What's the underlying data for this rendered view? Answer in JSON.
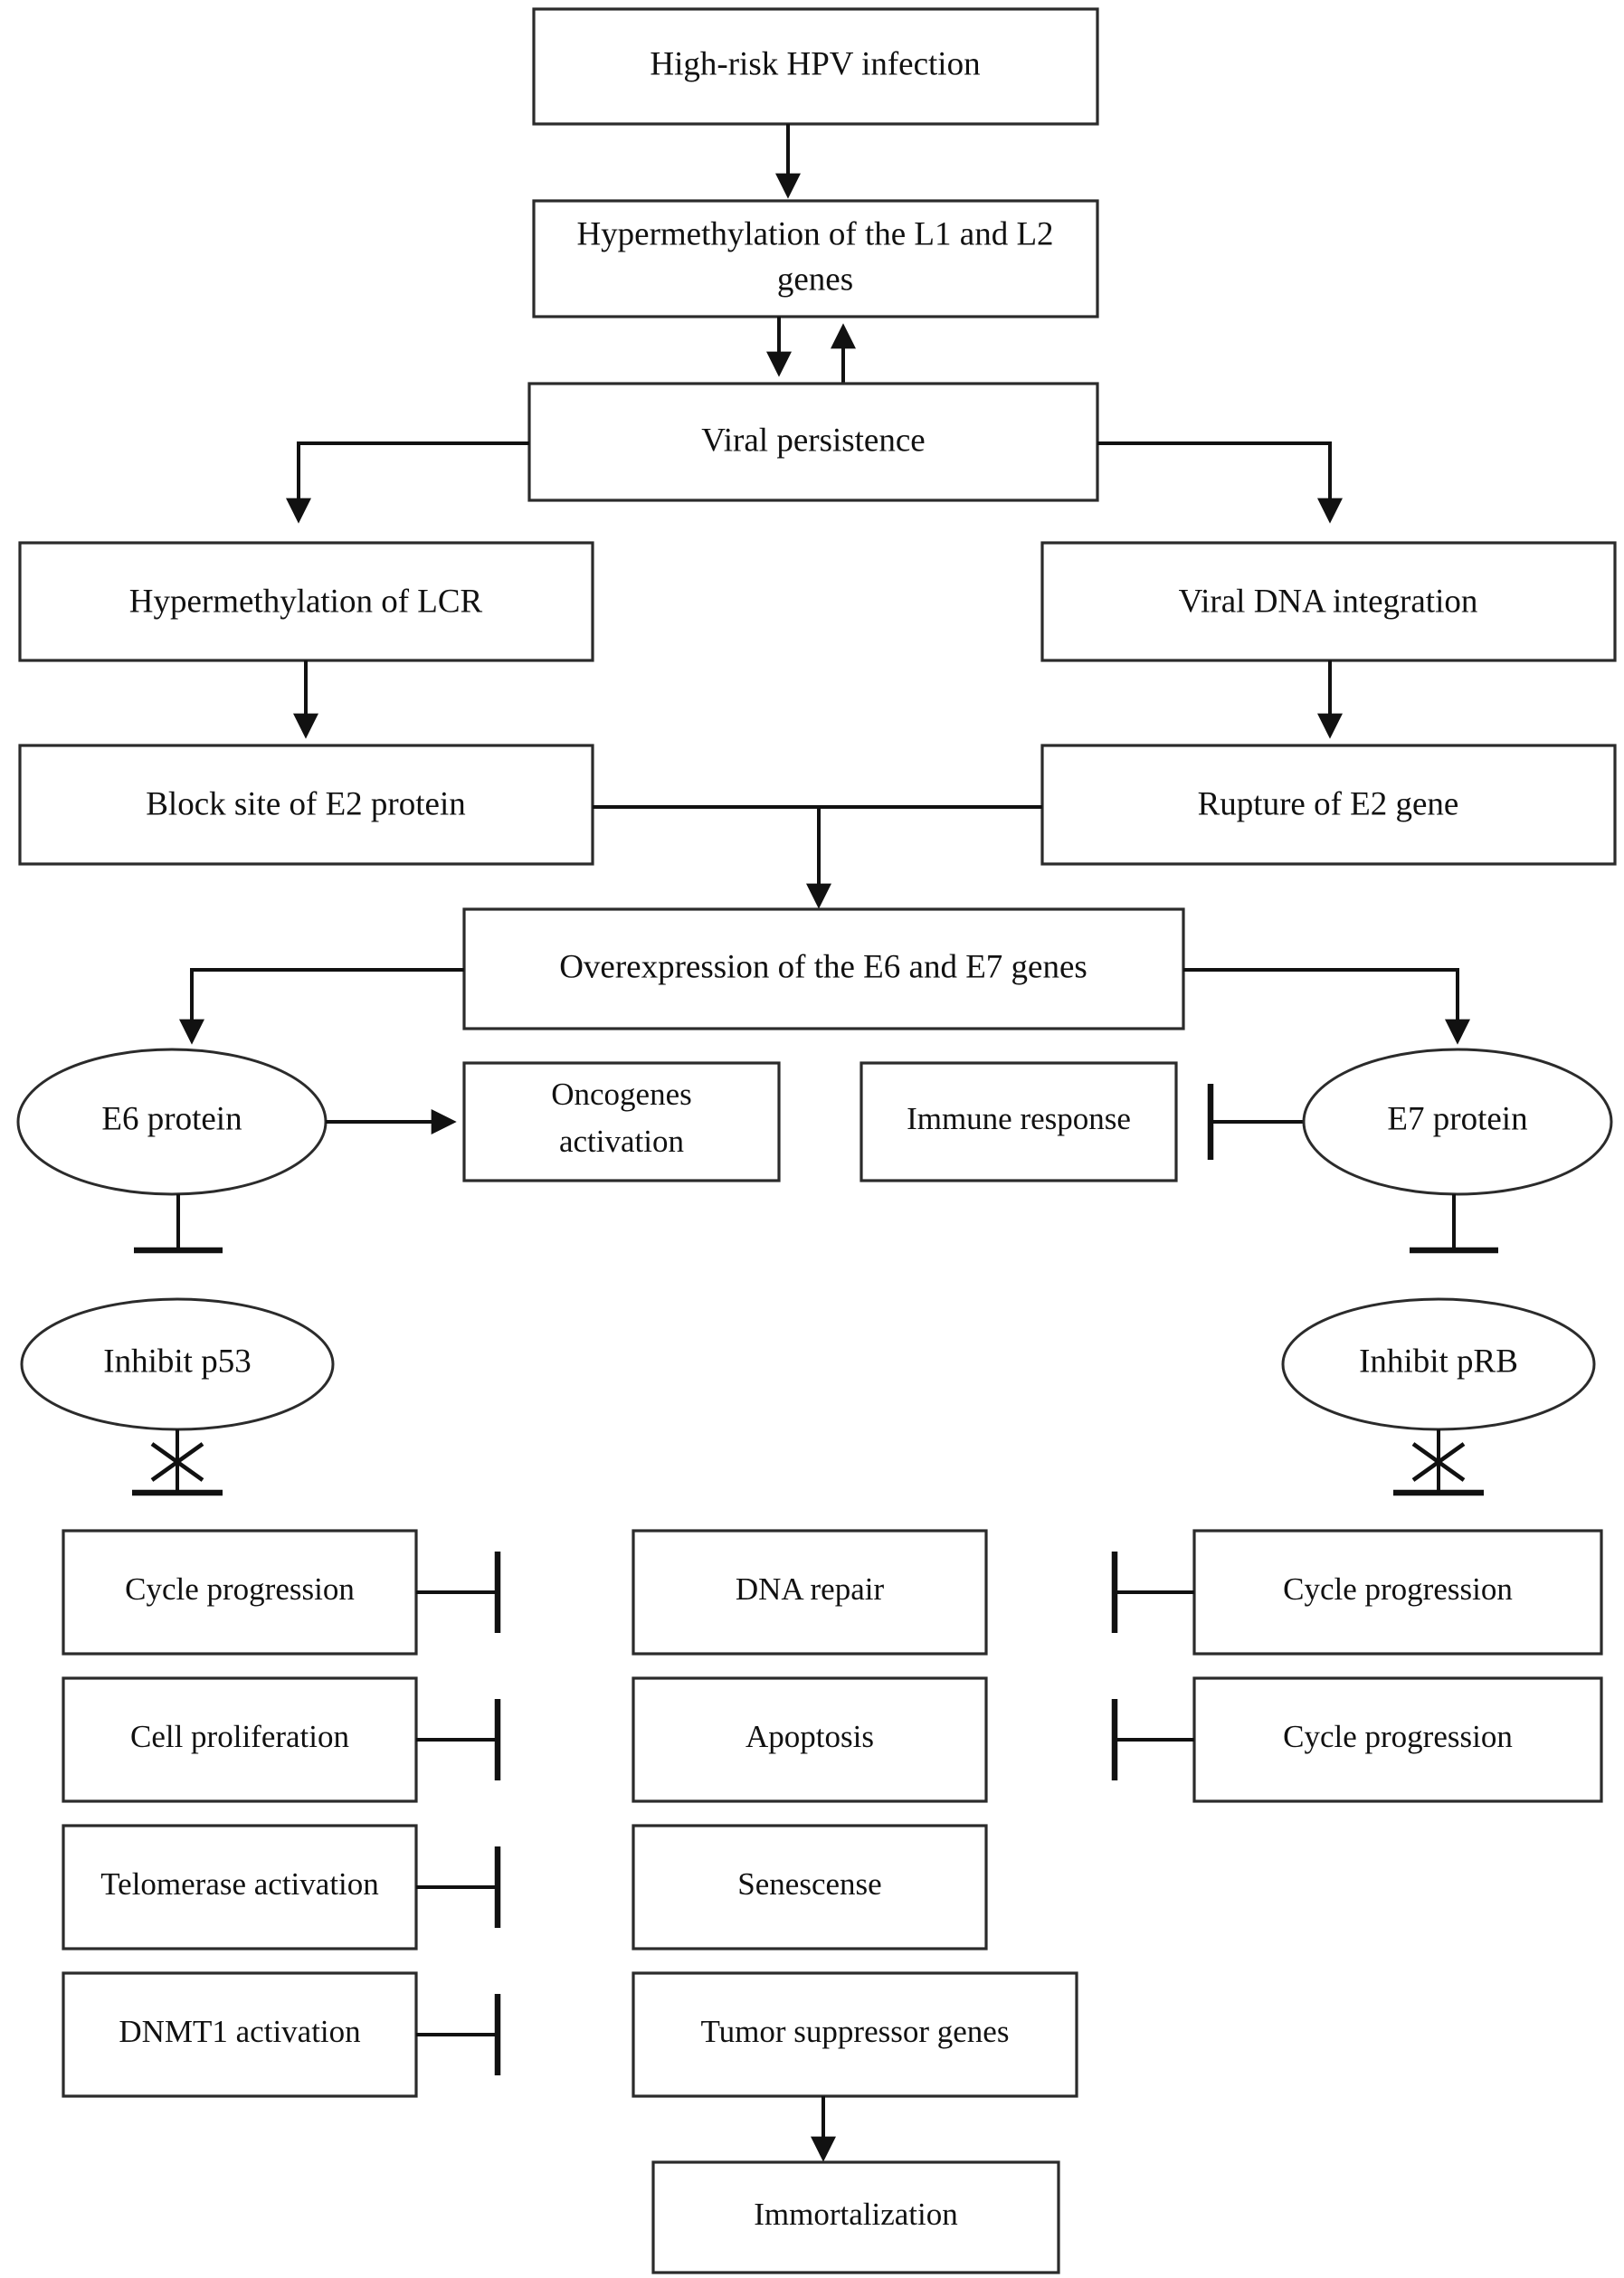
{
  "diagram": {
    "title": "HPV carcinogenesis pathway flowchart",
    "colors": {
      "stroke": "#2b2b2b",
      "text": "#111111",
      "background": "#ffffff",
      "edge": "#111111"
    },
    "nodes": {
      "hpv_infection": "High-risk HPV infection",
      "hypermethylation_l1_l2_line1": "Hypermethylation of the L1 and L2",
      "hypermethylation_l1_l2_line2": "genes",
      "viral_persistence": "Viral persistence",
      "hypermethylation_lcr": "Hypermethylation of LCR",
      "viral_dna_integration": "Viral DNA integration",
      "block_site_e2": "Block site of E2 protein",
      "rupture_e2_gene": "Rupture of E2 gene",
      "overexpression_e6_e7": "Overexpression of the E6 and E7 genes",
      "e6_protein": "E6 protein",
      "e7_protein": "E7 protein",
      "oncogenes_activation_line1": "Oncogenes",
      "oncogenes_activation_line2": "activation",
      "immune_response": "Immune response",
      "inhibit_p53": "Inhibit p53",
      "inhibit_prb": "Inhibit pRB",
      "cycle_progression_left": "Cycle progression",
      "cell_proliferation": "Cell proliferation",
      "telomerase_activation": "Telomerase activation",
      "dnmt1_activation": "DNMT1 activation",
      "dna_repair": "DNA repair",
      "apoptosis": "Apoptosis",
      "senescense": "Senescense",
      "tumor_suppressor_genes": "Tumor suppressor genes",
      "immortalization": "Immortalization",
      "cycle_progression_right_1": "Cycle progression",
      "cycle_progression_right_2": "Cycle progression"
    },
    "edges": [
      {
        "from": "hpv_infection",
        "to": "hypermethylation_l1_l2",
        "type": "arrow"
      },
      {
        "from": "hypermethylation_l1_l2",
        "to": "viral_persistence",
        "type": "arrow"
      },
      {
        "from": "viral_persistence",
        "to": "hypermethylation_l1_l2",
        "type": "arrow"
      },
      {
        "from": "viral_persistence",
        "to": "hypermethylation_lcr",
        "type": "arrow"
      },
      {
        "from": "viral_persistence",
        "to": "viral_dna_integration",
        "type": "arrow"
      },
      {
        "from": "hypermethylation_lcr",
        "to": "block_site_e2",
        "type": "arrow"
      },
      {
        "from": "viral_dna_integration",
        "to": "rupture_e2_gene",
        "type": "arrow"
      },
      {
        "from": "block_site_e2",
        "to": "overexpression_e6_e7",
        "type": "arrow"
      },
      {
        "from": "rupture_e2_gene",
        "to": "overexpression_e6_e7",
        "type": "arrow"
      },
      {
        "from": "overexpression_e6_e7",
        "to": "e6_protein",
        "type": "arrow"
      },
      {
        "from": "overexpression_e6_e7",
        "to": "e7_protein",
        "type": "arrow"
      },
      {
        "from": "e6_protein",
        "to": "oncogenes_activation",
        "type": "arrow"
      },
      {
        "from": "e6_protein",
        "to": "inhibit_p53",
        "type": "inhibition"
      },
      {
        "from": "e7_protein",
        "to": "immune_response",
        "type": "inhibition"
      },
      {
        "from": "e7_protein",
        "to": "inhibit_prb",
        "type": "inhibition"
      },
      {
        "from": "inhibit_p53",
        "to": "cycle_progression_left",
        "type": "blocked-inhibition"
      },
      {
        "from": "inhibit_prb",
        "to": "cycle_progression_right_1",
        "type": "blocked-inhibition"
      },
      {
        "from": "cycle_progression_left",
        "to": "stub",
        "type": "inhibition-stub-right"
      },
      {
        "from": "cell_proliferation",
        "to": "stub",
        "type": "inhibition-stub-right"
      },
      {
        "from": "telomerase_activation",
        "to": "stub",
        "type": "inhibition-stub-right"
      },
      {
        "from": "dnmt1_activation",
        "to": "stub",
        "type": "inhibition-stub-right"
      },
      {
        "from": "stub",
        "to": "cycle_progression_right_1",
        "type": "inhibition-stub-left"
      },
      {
        "from": "stub",
        "to": "cycle_progression_right_2",
        "type": "inhibition-stub-left"
      },
      {
        "from": "tumor_suppressor_genes",
        "to": "immortalization",
        "type": "arrow"
      }
    ]
  }
}
